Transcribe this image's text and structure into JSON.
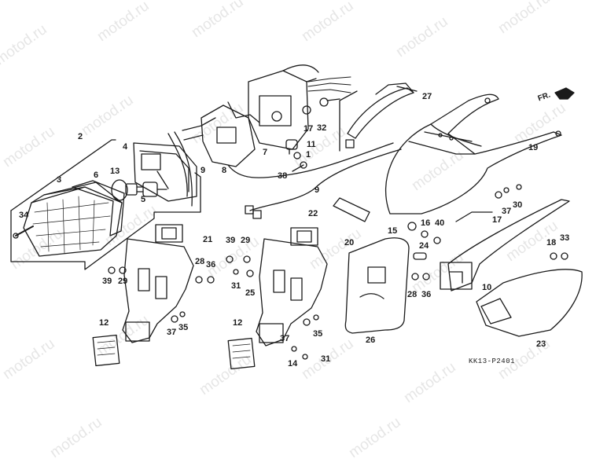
{
  "watermark": "motod.ru",
  "drawing_code": "KK13-P2401",
  "front_marker": "FR.",
  "callouts": [
    "1",
    "2",
    "3",
    "4",
    "5",
    "6",
    "7",
    "8",
    "9",
    "10",
    "11",
    "12",
    "13",
    "14",
    "15",
    "16",
    "17",
    "18",
    "19",
    "20",
    "21",
    "22",
    "23",
    "24",
    "25",
    "26",
    "27",
    "28",
    "29",
    "30",
    "31",
    "32",
    "33",
    "34",
    "35",
    "36",
    "37",
    "38",
    "39",
    "40"
  ],
  "colors": {
    "line": "#1a1a1a",
    "watermark": "#e6e6e6",
    "background": "#ffffff"
  }
}
